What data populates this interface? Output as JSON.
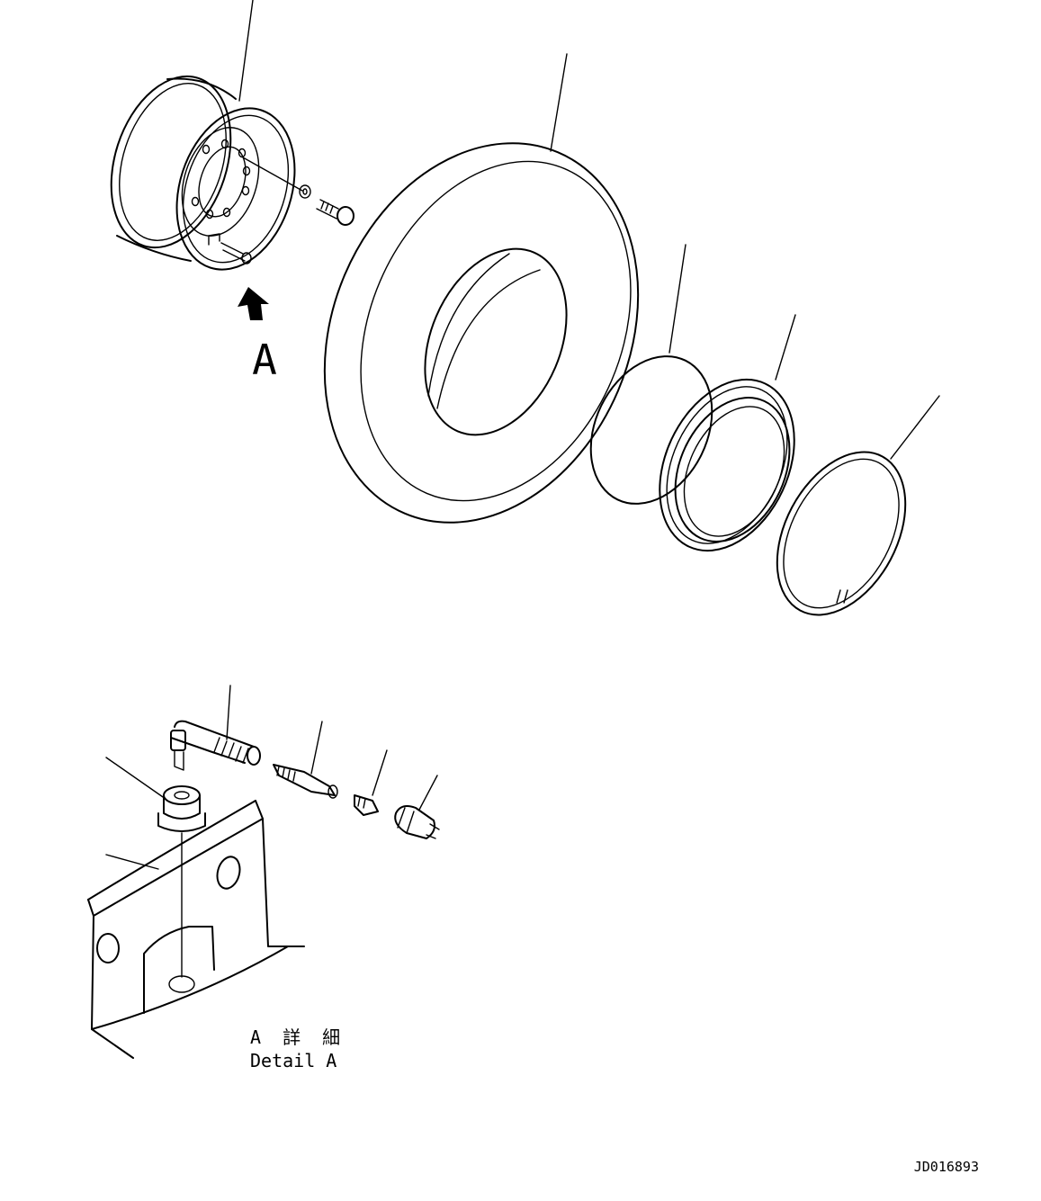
{
  "view_marker": "A",
  "detail_title_jp": "A 詳 細",
  "detail_title_en": "Detail A",
  "drawing_number": "JD016893",
  "colors": {
    "line": "#000000",
    "background": "#ffffff"
  }
}
